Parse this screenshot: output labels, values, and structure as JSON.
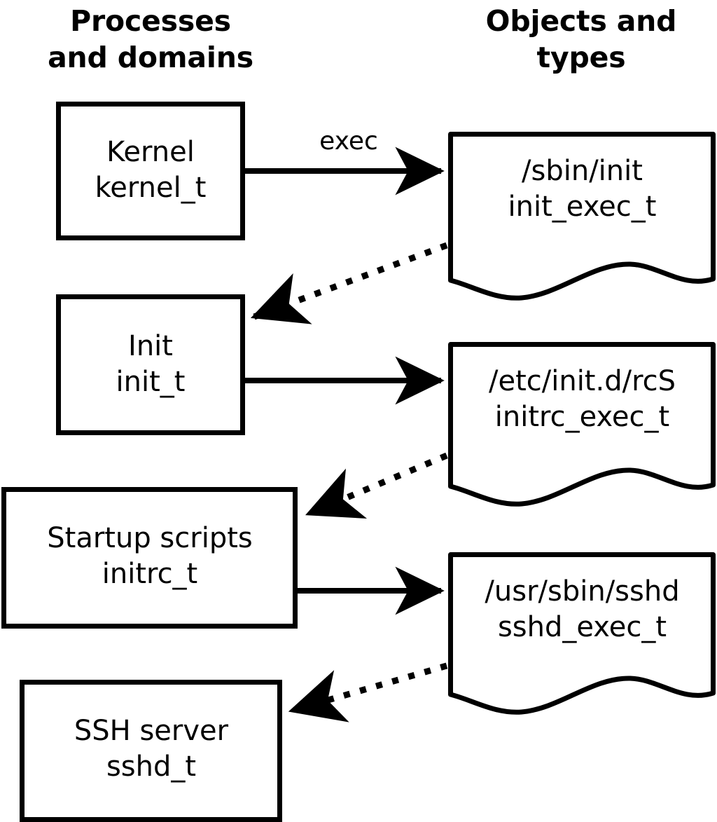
{
  "diagram": {
    "kind": "selinux-domain-transition-flow",
    "background_color": "#ffffff",
    "stroke_color": "#000000",
    "columns": [
      {
        "id": "processes",
        "title": "Processes\nand domains"
      },
      {
        "id": "objects",
        "title": "Objects and\ntypes"
      }
    ],
    "process_nodes": [
      {
        "id": "kernel",
        "name": "Kernel",
        "type": "kernel_t",
        "label": "Kernel\nkernel_t"
      },
      {
        "id": "init",
        "name": "Init",
        "type": "init_t",
        "label": "Init\ninit_t"
      },
      {
        "id": "initrc",
        "name": "Startup scripts",
        "type": "initrc_t",
        "label": "Startup scripts\ninitrc_t"
      },
      {
        "id": "sshd",
        "name": "SSH server",
        "type": "sshd_t",
        "label": "SSH server\nsshd_t"
      }
    ],
    "object_nodes": [
      {
        "id": "init_exec",
        "path": "/sbin/init",
        "type": "init_exec_t",
        "label": "/sbin/init\ninit_exec_t"
      },
      {
        "id": "initrc_exec",
        "path": "/etc/init.d/rcS",
        "type": "initrc_exec_t",
        "label": "/etc/init.d/rcS\ninitrc_exec_t"
      },
      {
        "id": "sshd_exec",
        "path": "/usr/sbin/sshd",
        "type": "sshd_exec_t",
        "label": "/usr/sbin/sshd\nsshd_exec_t"
      }
    ],
    "edges": [
      {
        "id": "e1",
        "from": "kernel",
        "to": "init_exec",
        "style": "solid",
        "label": "exec"
      },
      {
        "id": "e2",
        "from": "init_exec",
        "to": "init",
        "style": "dotted",
        "label": ""
      },
      {
        "id": "e3",
        "from": "init",
        "to": "initrc_exec",
        "style": "solid",
        "label": ""
      },
      {
        "id": "e4",
        "from": "initrc_exec",
        "to": "initrc",
        "style": "dotted",
        "label": ""
      },
      {
        "id": "e5",
        "from": "initrc",
        "to": "sshd_exec",
        "style": "solid",
        "label": ""
      },
      {
        "id": "e6",
        "from": "sshd_exec",
        "to": "sshd",
        "style": "dotted",
        "label": ""
      }
    ]
  }
}
